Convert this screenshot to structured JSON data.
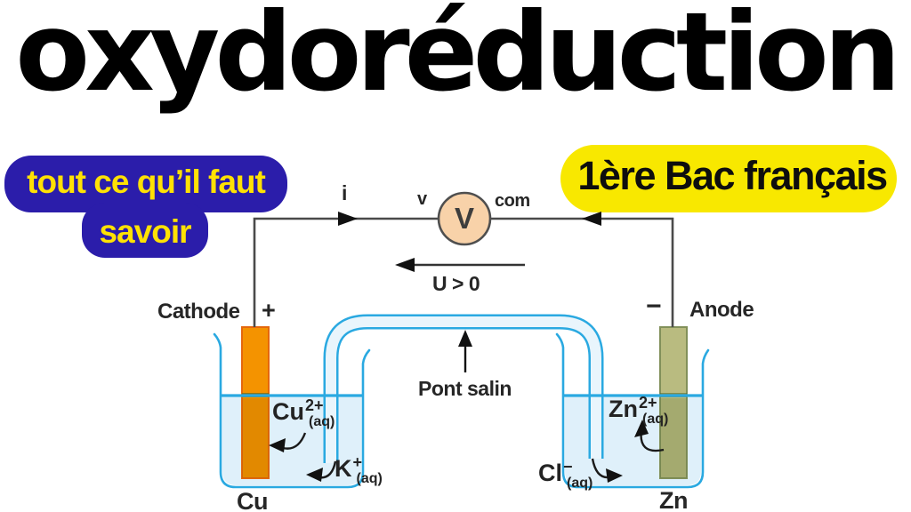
{
  "title": "oxydoréduction",
  "topic_badge": {
    "line1": "tout ce qu’il faut",
    "line2": "savoir"
  },
  "level_badge": {
    "label": "1ère Bac français"
  },
  "diagram": {
    "current_label": "i",
    "voltmeter": {
      "letter": "V",
      "left_terminal": "v",
      "right_terminal": "com"
    },
    "voltage_label": "U > 0",
    "salt_bridge_label": "Pont salin",
    "left_cell": {
      "electrode_label": "Cathode",
      "sign": "+",
      "metal": "Cu",
      "ion": {
        "base": "Cu",
        "sup": "2+",
        "sub": "(aq)"
      },
      "bridge_ion": {
        "base": "K",
        "sup": "+",
        "sub": "(aq)"
      }
    },
    "right_cell": {
      "electrode_label": "Anode",
      "sign": "−",
      "metal": "Zn",
      "ion": {
        "base": "Zn",
        "sup": "2+",
        "sub": "(aq)"
      },
      "bridge_ion": {
        "base": "Cl",
        "sup": "−",
        "sub": "(aq)"
      }
    }
  },
  "colors": {
    "topic_badge_blue": "#2b1daa",
    "topic_text_yellow": "#ffe104",
    "level_badge_yellow": "#f8e800",
    "copper_orange": "#f49300",
    "zinc_khaki": "#b9bb80",
    "beaker_cyan": "#2aa9e1",
    "water_blue": "#dff0fa",
    "voltmeter_peach": "#f8d2a9"
  }
}
